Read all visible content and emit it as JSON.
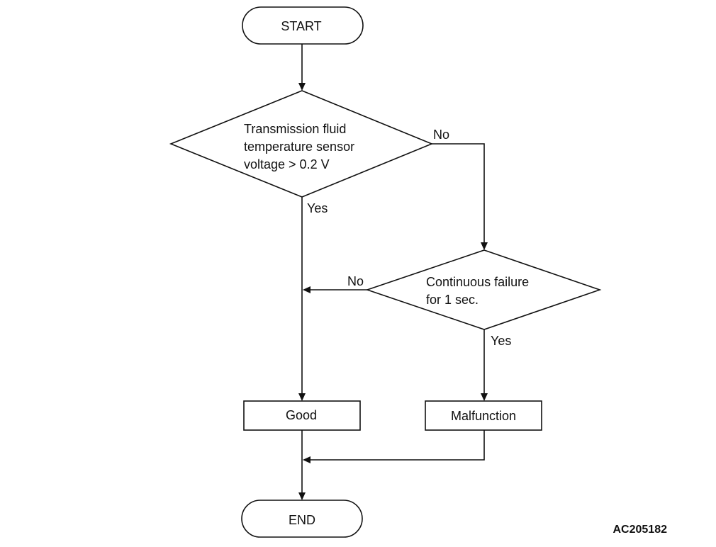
{
  "diagram": {
    "start_label": "START",
    "decision_1": {
      "line1": "Transmission fluid",
      "line2": "temperature sensor",
      "line3": "voltage > 0.2 V",
      "no_label": "No",
      "yes_label": "Yes"
    },
    "decision_2": {
      "line1": "Continuous failure",
      "line2": "for 1 sec.",
      "no_label": "No",
      "yes_label": "Yes"
    },
    "good_label": "Good",
    "malfunction_label": "Malfunction",
    "end_label": "END",
    "reference_code": "AC205182"
  }
}
